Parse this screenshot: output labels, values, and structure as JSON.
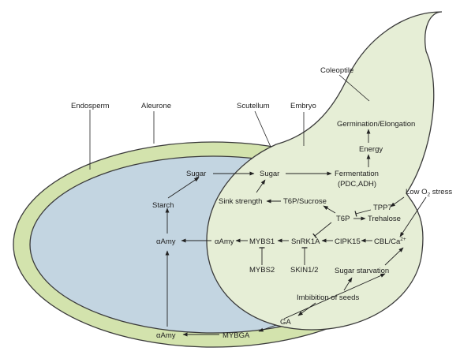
{
  "colors": {
    "aleurone": "#d3e3ad",
    "endosperm": "#c3d5e1",
    "embryo": "#e6eed6",
    "stroke": "#3a3a3a"
  },
  "regions": {
    "endosperm": "Endosperm",
    "aleurone": "Aleurone",
    "scutellum": "Scutellum",
    "embryo": "Embryo",
    "coleoptile": "Coleoptile"
  },
  "nodes": {
    "germination": "Germination/Elongation",
    "energy": "Energy",
    "sugar_endo": "Sugar",
    "sugar_embryo": "Sugar",
    "fermentation": "Fermentation",
    "pdc_adh": "(PDC,ADH)",
    "starch": "Starch",
    "sink_strength": "Sink strength",
    "t6p_sucrose": "T6P/Sucrose",
    "low_o2_prefix": "Low O",
    "low_o2_sub": "2",
    "low_o2_suffix": " stress",
    "tpp7": "TPP7",
    "t6p": "T6P",
    "trehalose": "Trehalose",
    "amy_endo": "αAmy",
    "amy_embryo": "αAmy",
    "mybs1": "MYBS1",
    "snrk1a": "SnRK1A",
    "cipk15": "CIPK15",
    "cbl_prefix": "CBL/Ca",
    "cbl_sup": "2+",
    "mybs2": "MYBS2",
    "skin": "SKIN1/2",
    "sugar_starvation": "Sugar starvation",
    "imbibition": "Imbibition of seeds",
    "ga": "GA",
    "amy_aleurone": "αAmy",
    "mybga": "MYBGA"
  }
}
